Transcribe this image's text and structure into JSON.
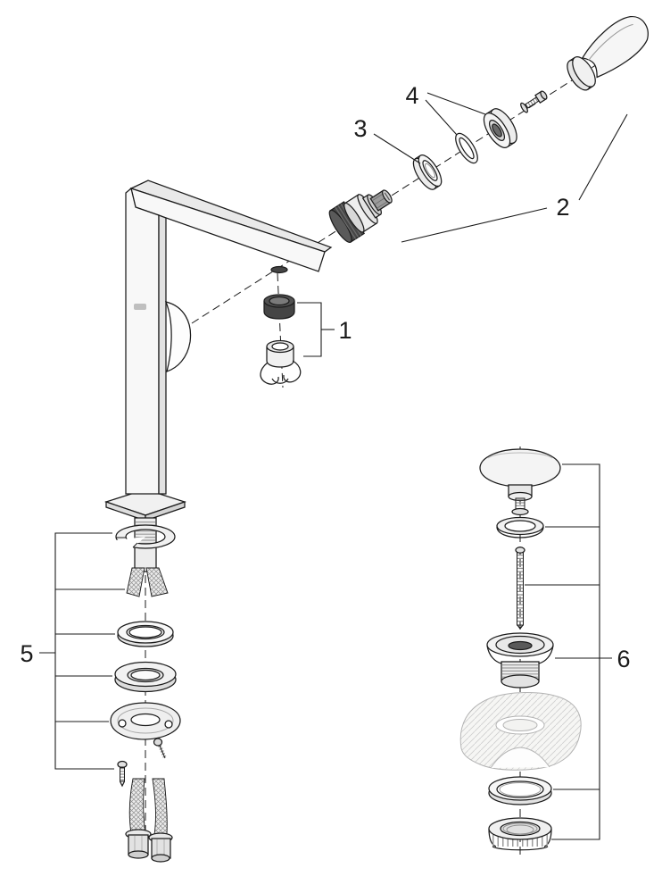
{
  "diagram": {
    "type": "exploded-parts-diagram",
    "background": "#ffffff",
    "colors": {
      "ink": "#1b1b1b",
      "paper": "#ffffff",
      "dark_part": "#454545",
      "metal_light": "#f2f2f2",
      "ceramic_line": "#b3b3b3",
      "hatch": "#8f8f8f"
    },
    "callouts": [
      {
        "id": "aerator-mousseur-set",
        "label": "1"
      },
      {
        "id": "handle-cartridge-assembly",
        "label": "2"
      },
      {
        "id": "friction-ring",
        "label": "3"
      },
      {
        "id": "seal-and-cap",
        "label": "4"
      },
      {
        "id": "mounting-hardware-set",
        "label": "5"
      },
      {
        "id": "pop-up-waste-set",
        "label": "6"
      }
    ]
  }
}
